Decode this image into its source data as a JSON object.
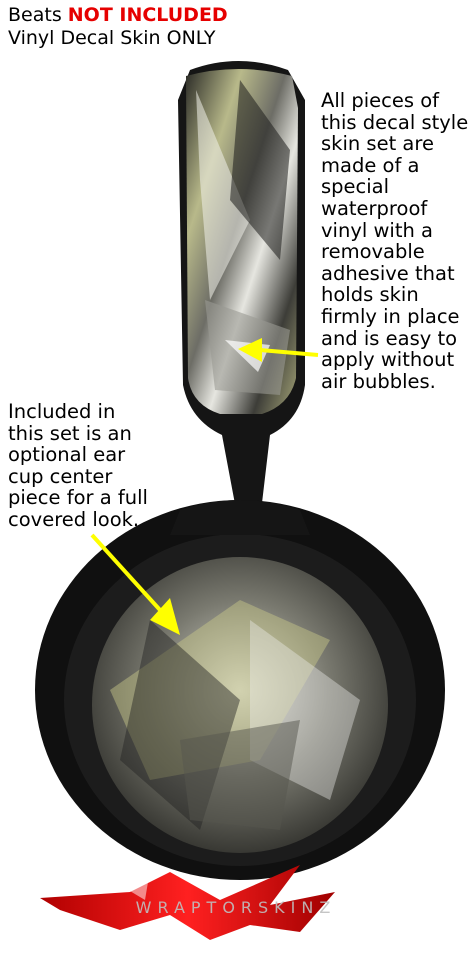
{
  "header": {
    "line1_prefix": "Beats ",
    "line1_highlight": "NOT INCLUDED",
    "line2": "Vinyl Decal Skin ONLY",
    "highlight_color": "#e60000"
  },
  "callouts": {
    "right": "All pieces of\nthis decal style\nskin set are\nmade of a\nspecial\nwaterproof\nvinyl with a\nremovable\nadhesive that\nholds skin\nfirmly in place\nand is easy to\napply without\nair bubbles.",
    "left": "Included in\nthis set is an\noptional ear\ncup center\npiece for a full\ncovered look."
  },
  "logo": {
    "text": "WRAPTORSKINZ"
  },
  "colors": {
    "arrow": "#ffff00",
    "headphone": "#151515",
    "skin_accent": "#c9c98a"
  }
}
